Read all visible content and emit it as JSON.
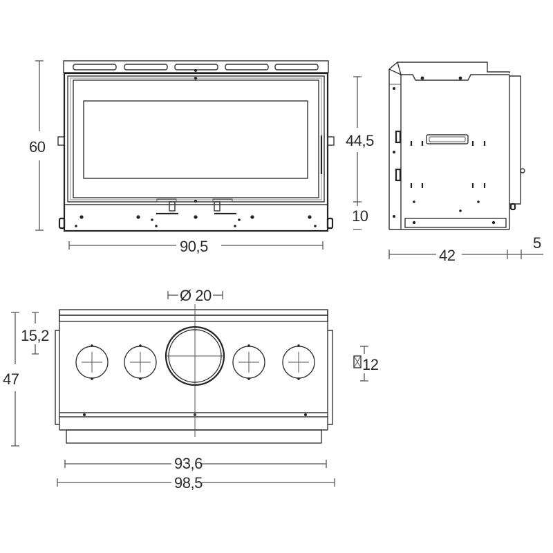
{
  "diagram": {
    "type": "technical-dimension-drawing",
    "subject": "fireplace insert",
    "units_note": "",
    "views": {
      "front": {
        "dimensions": {
          "height": "60",
          "width": "90,5"
        }
      },
      "side": {
        "dimensions": {
          "upper_height": "44,5",
          "lower_height": "10",
          "depth": "42",
          "rear_extension": "5"
        }
      },
      "top": {
        "dimensions": {
          "flue_diameter": "Ø 20",
          "depth": "47",
          "flue_offset": "15,2",
          "inlet_size": "12",
          "inlet_symbol": "⊠",
          "inner_width": "93,6",
          "outer_width": "98,5"
        },
        "ports": {
          "small_count": 4,
          "large_count": 1
        }
      }
    },
    "colors": {
      "line": "#333333",
      "text": "#2a2a2a",
      "background": "#ffffff"
    }
  }
}
